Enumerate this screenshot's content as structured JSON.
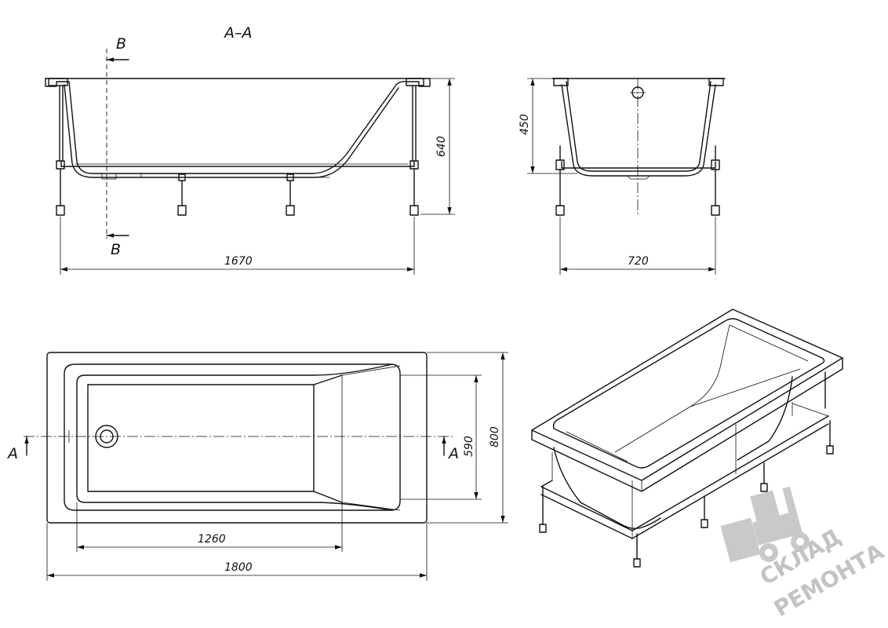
{
  "section_label": "A–A",
  "cut_labels": {
    "b_top": "B",
    "b_bottom": "B",
    "a_left": "A",
    "a_right": "A"
  },
  "dimensions": {
    "side_width": "1670",
    "side_height": "640",
    "end_width": "720",
    "end_height": "450",
    "plan_inner_length": "1260",
    "plan_length": "1800",
    "plan_inner_width": "590",
    "plan_width": "800"
  },
  "watermark": {
    "line1": "СКЛАД",
    "line2": "РЕМОНТА"
  },
  "colors": {
    "line": "#111111",
    "watermark": "#bdbdbd",
    "background": "#ffffff"
  }
}
